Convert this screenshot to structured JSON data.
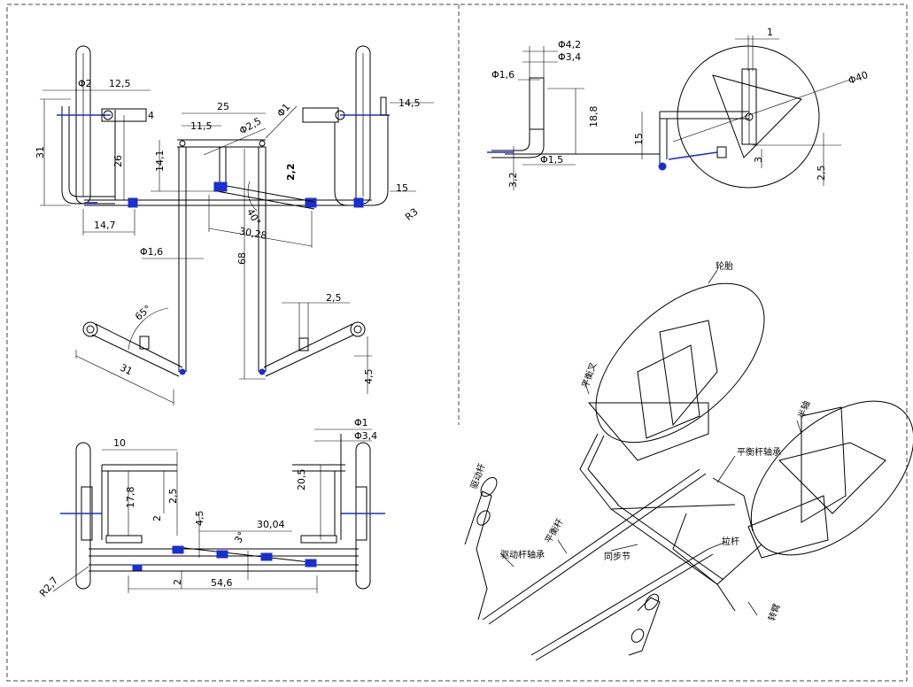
{
  "drawing": {
    "front_view": {
      "dims": [
        "Φ2",
        "12,5",
        "4",
        "31",
        "26",
        "14,7",
        "25",
        "11,5",
        "Φ2,5",
        "Φ1",
        "14,1",
        "2,2",
        "30,28",
        "40°",
        "14,5",
        "15",
        "R3",
        "Φ1,6",
        "68",
        "65°",
        "31",
        "2,5",
        "4,5"
      ]
    },
    "side_view": {
      "dims": [
        "Φ4,2",
        "Φ3,4",
        "Φ1,6",
        "18,8",
        "15",
        "Φ1,5",
        "3,2",
        "1",
        "Φ40",
        "3",
        "2,5"
      ]
    },
    "top_view": {
      "dims": [
        "10",
        "17,8",
        "2,5",
        "2",
        "4,5",
        "3°",
        "30,04",
        "20,5",
        "Φ1",
        "Φ3,4",
        "R2,7",
        "2",
        "54,6"
      ]
    },
    "iso_labels": {
      "tire": "轮胎",
      "balance_fork": "平衡叉",
      "half_shaft": "半轴",
      "balance_bar_bearing": "平衡杆轴承",
      "steering_arm": "驱动杆",
      "balance_bar": "平衡杆",
      "drive_bar_bearing": "驱动杆轴承",
      "sync_joint": "同步节",
      "tie_rod": "拉杆",
      "knuckle": "转臂"
    }
  }
}
